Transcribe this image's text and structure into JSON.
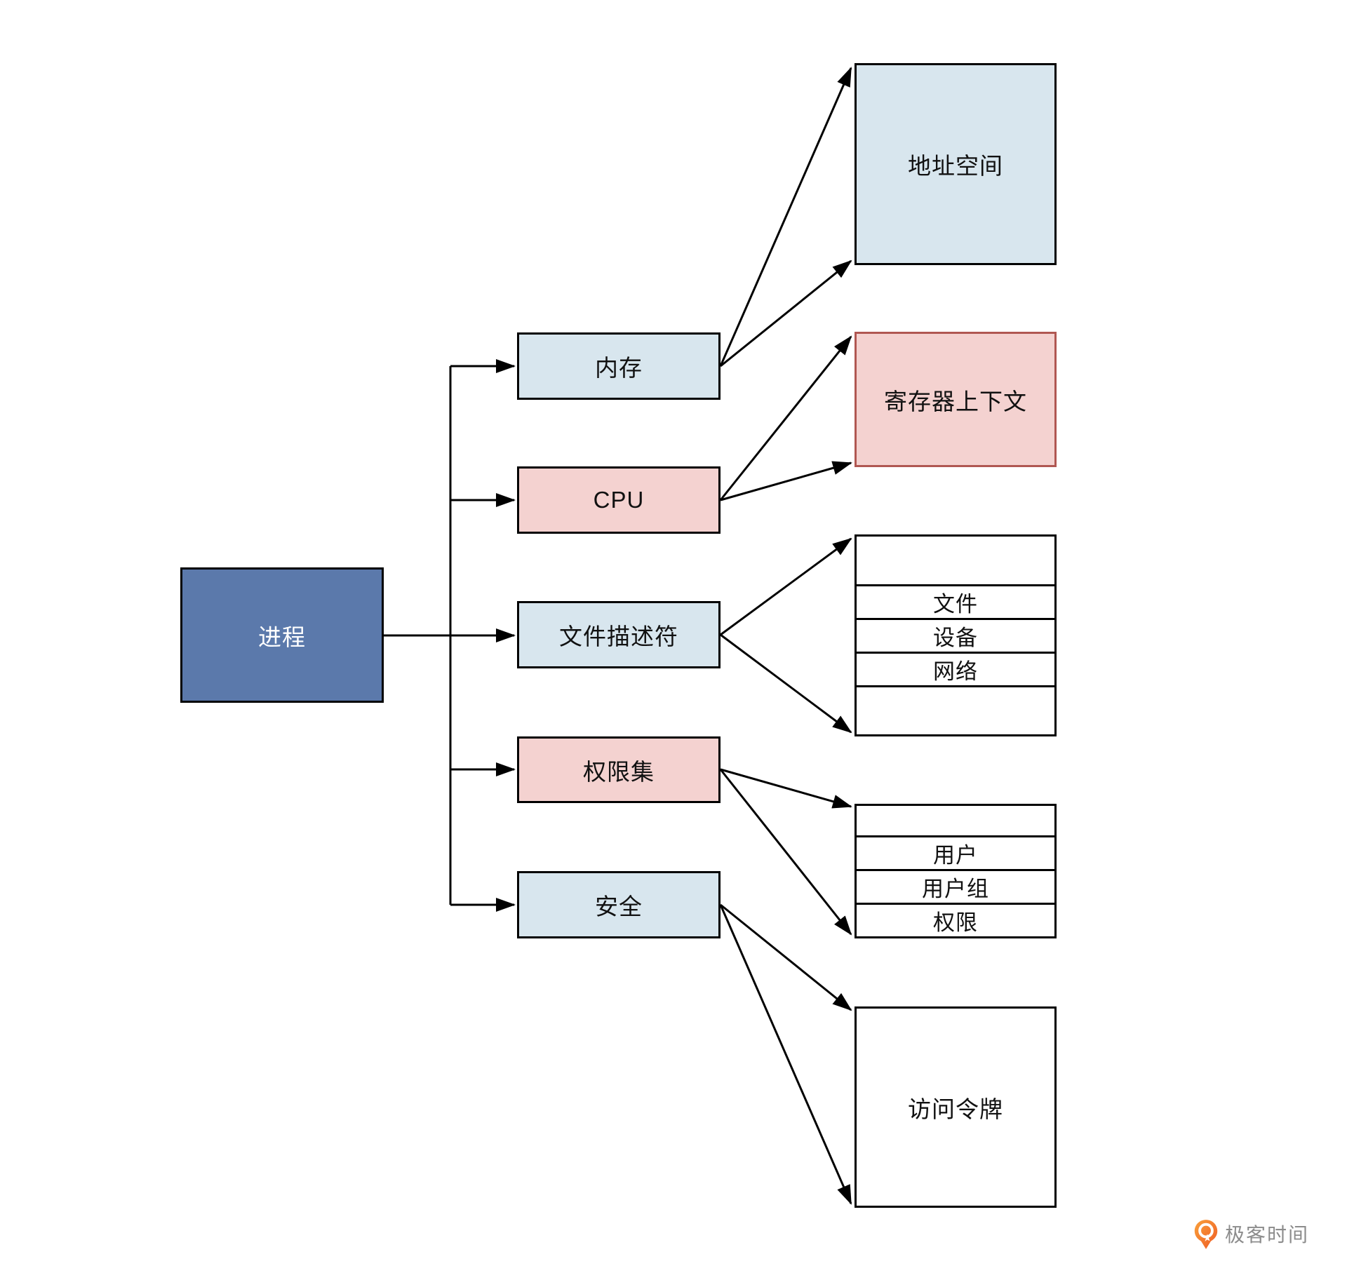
{
  "diagram": {
    "nodes": {
      "process": "进程",
      "memory": "内存",
      "cpu": "CPU",
      "file_descriptor": "文件描述符",
      "permission_set": "权限集",
      "security": "安全",
      "address_space": "地址空间",
      "register_context": "寄存器上下文",
      "access_token": "访问令牌"
    },
    "fd_table_rows": [
      "",
      "文件",
      "设备",
      "网络",
      ""
    ],
    "perm_table_rows": [
      "",
      "用户",
      "用户组",
      "权限"
    ],
    "colors": {
      "root_fill": "#5b79ab",
      "light_blue_fill": "#d8e6ee",
      "pink_fill": "#f4d2d0",
      "pink_border": "#b05752",
      "line": "#000000",
      "watermark_text": "#8c8c8c",
      "watermark_orange": "#ee5a24"
    },
    "watermark": "极客时间"
  }
}
